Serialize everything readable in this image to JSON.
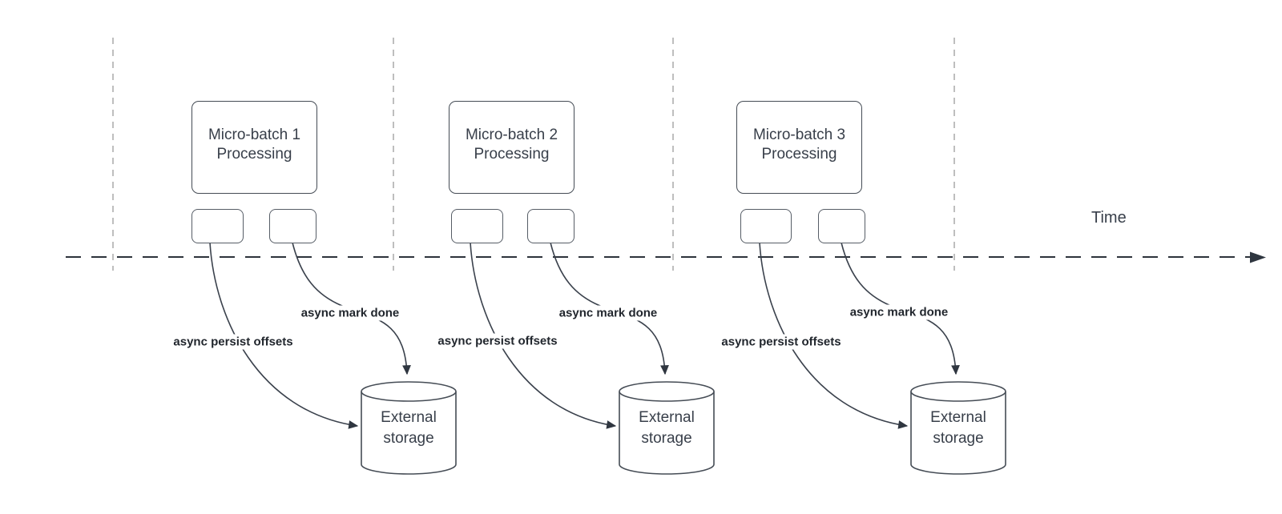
{
  "diagram": {
    "time_label": "Time",
    "colors": {
      "shape_stroke": "#454c55",
      "arrow_stroke": "#3a414c",
      "timeline_stroke": "#2d333b",
      "guide_stroke": "#a9a9a9",
      "text": "#383f4a",
      "label_text": "#21262d",
      "background": "#ffffff"
    },
    "groups": [
      {
        "title_line1": "Micro-batch 1",
        "title_line2": "Processing",
        "persist_arrow_label": "async persist offsets",
        "done_arrow_label": "async mark done",
        "storage_line1": "External",
        "storage_line2": "storage"
      },
      {
        "title_line1": "Micro-batch 2",
        "title_line2": "Processing",
        "persist_arrow_label": "async persist offsets",
        "done_arrow_label": "async mark done",
        "storage_line1": "External",
        "storage_line2": "storage"
      },
      {
        "title_line1": "Micro-batch 3",
        "title_line2": "Processing",
        "persist_arrow_label": "async persist offsets",
        "done_arrow_label": "async mark done",
        "storage_line1": "External",
        "storage_line2": "storage"
      }
    ]
  }
}
